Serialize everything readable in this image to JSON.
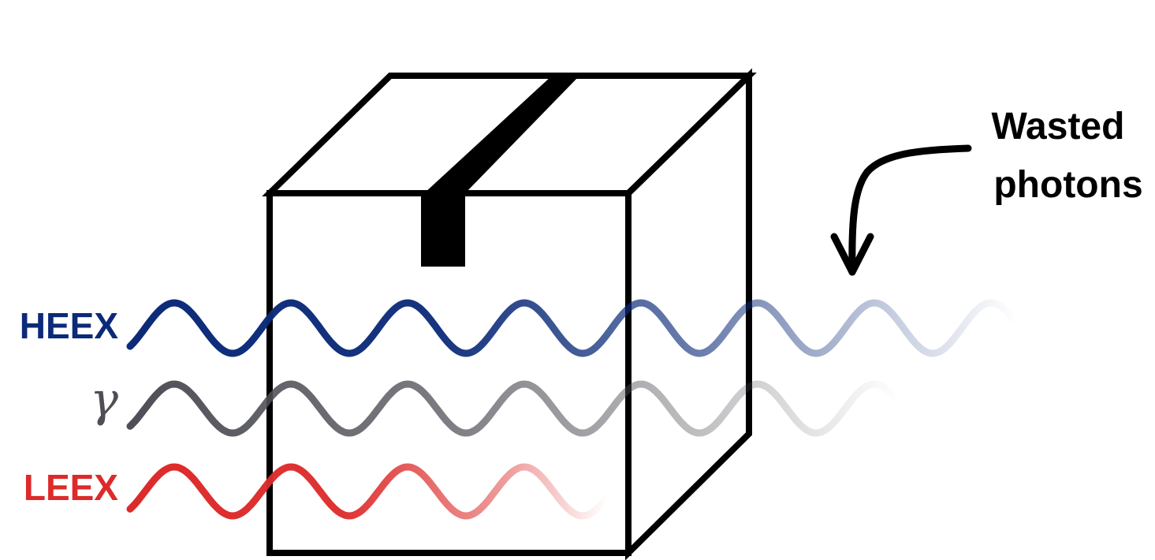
{
  "labels": {
    "heex": "HEEX",
    "gamma": "γ",
    "leex": "LEEX",
    "wasted_line1": "Wasted",
    "wasted_line2": "photons"
  },
  "colors": {
    "heex": "#0b2a78",
    "gamma": "#4e4e56",
    "leex": "#dd2a2a",
    "outline": "#000000",
    "text": "#000000"
  },
  "icons": {
    "box": "sealed-box-icon",
    "arrow": "curved-arrow-icon"
  }
}
